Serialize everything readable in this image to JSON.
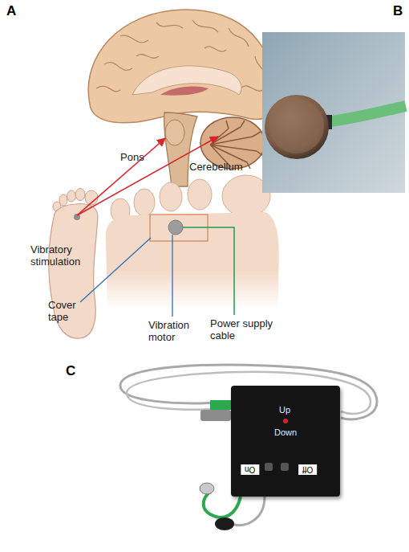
{
  "diagram": {
    "nodes": [
      {
        "text": [
          "Up",
          "Down",
          "On",
          "Off"
        ]
      }
    ],
    "labels": [
      "A",
      "B",
      "Pons",
      "Cerebellum",
      "Vibratory stimulation",
      "Cover tape",
      "Vibration motor",
      "Power supply cable",
      "C"
    ]
  }
}
